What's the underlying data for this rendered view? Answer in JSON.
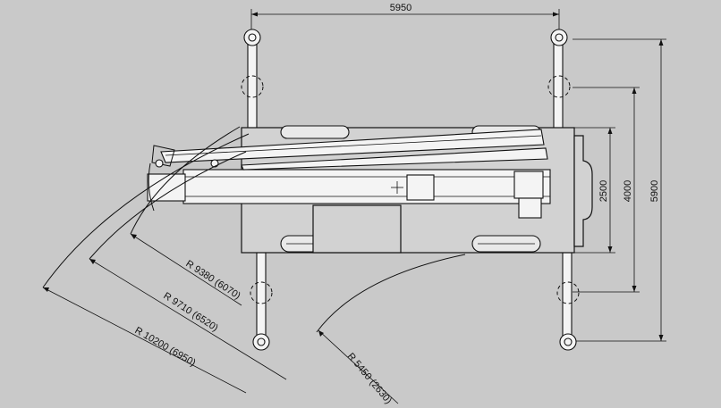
{
  "dimensions": {
    "outrigger_span_length": "5950",
    "chassis_width": "2500",
    "outrigger_width_mid": "4000",
    "outrigger_width_full": "5900"
  },
  "radii": {
    "r1": "R 9380 (6070)",
    "r2": "R 9710 (6520)",
    "r3": "R 10200 (6950)",
    "r4": "R 5450 (2630)"
  },
  "colors": {
    "background": "#c9c9c9",
    "line": "#111111",
    "component": "#f4f4f4"
  }
}
